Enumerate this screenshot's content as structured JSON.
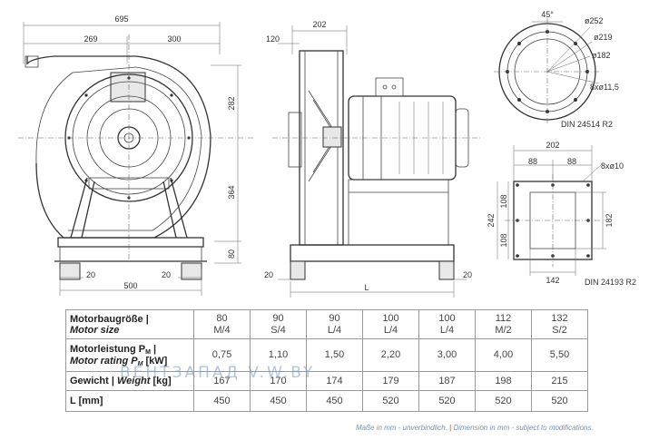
{
  "dimensions": {
    "front": [
      "695",
      "269",
      "300",
      "282",
      "364",
      "80",
      "20",
      "20",
      "500"
    ],
    "side": [
      "202",
      "120",
      "20",
      "20",
      "L"
    ],
    "flange_round": [
      "45°",
      "ø252",
      "ø219",
      "ø182",
      "8xø11,5"
    ],
    "flange_square": [
      "202",
      "88",
      "88",
      "8xø10",
      "108",
      "242",
      "108",
      "182",
      "142"
    ]
  },
  "standards": {
    "round": "DIN 24514 R2",
    "square": "DIN 24193 R2"
  },
  "table": {
    "headers": {
      "motor_size_de": "Motorbaugröße |",
      "motor_size_en": "Motor size",
      "rating_de_prefix": "Motorleistung P",
      "rating_sub": "M",
      "rating_de_suffix": " |",
      "rating_en_prefix": "Motor rating P",
      "rating_en_suffix": " [kW]",
      "weight_de": "Gewicht |",
      "weight_en": "Weight",
      "weight_unit": " [kg]",
      "length": "L [mm]"
    },
    "columns": [
      {
        "size_top": "80",
        "size_bottom": "M/4",
        "rating": "0,75",
        "weight": "167",
        "length": "450"
      },
      {
        "size_top": "90",
        "size_bottom": "S/4",
        "rating": "1,10",
        "weight": "170",
        "length": "450"
      },
      {
        "size_top": "90",
        "size_bottom": "L/4",
        "rating": "1,50",
        "weight": "174",
        "length": "450"
      },
      {
        "size_top": "100",
        "size_bottom": "L/4",
        "rating": "2,20",
        "weight": "179",
        "length": "520"
      },
      {
        "size_top": "100",
        "size_bottom": "L/4",
        "rating": "3,00",
        "weight": "187",
        "length": "520"
      },
      {
        "size_top": "112",
        "size_bottom": "M/2",
        "rating": "4,00",
        "weight": "198",
        "length": "520"
      },
      {
        "size_top": "132",
        "size_bottom": "S/2",
        "rating": "5,50",
        "weight": "215",
        "length": "520"
      }
    ]
  },
  "watermark": "ВЕНТЗАПАД V.W.BY",
  "footnote": {
    "de": "Maße in mm - unverbindlich.",
    "separator": " | ",
    "en": "Dimension in mm - subject to modifications."
  }
}
